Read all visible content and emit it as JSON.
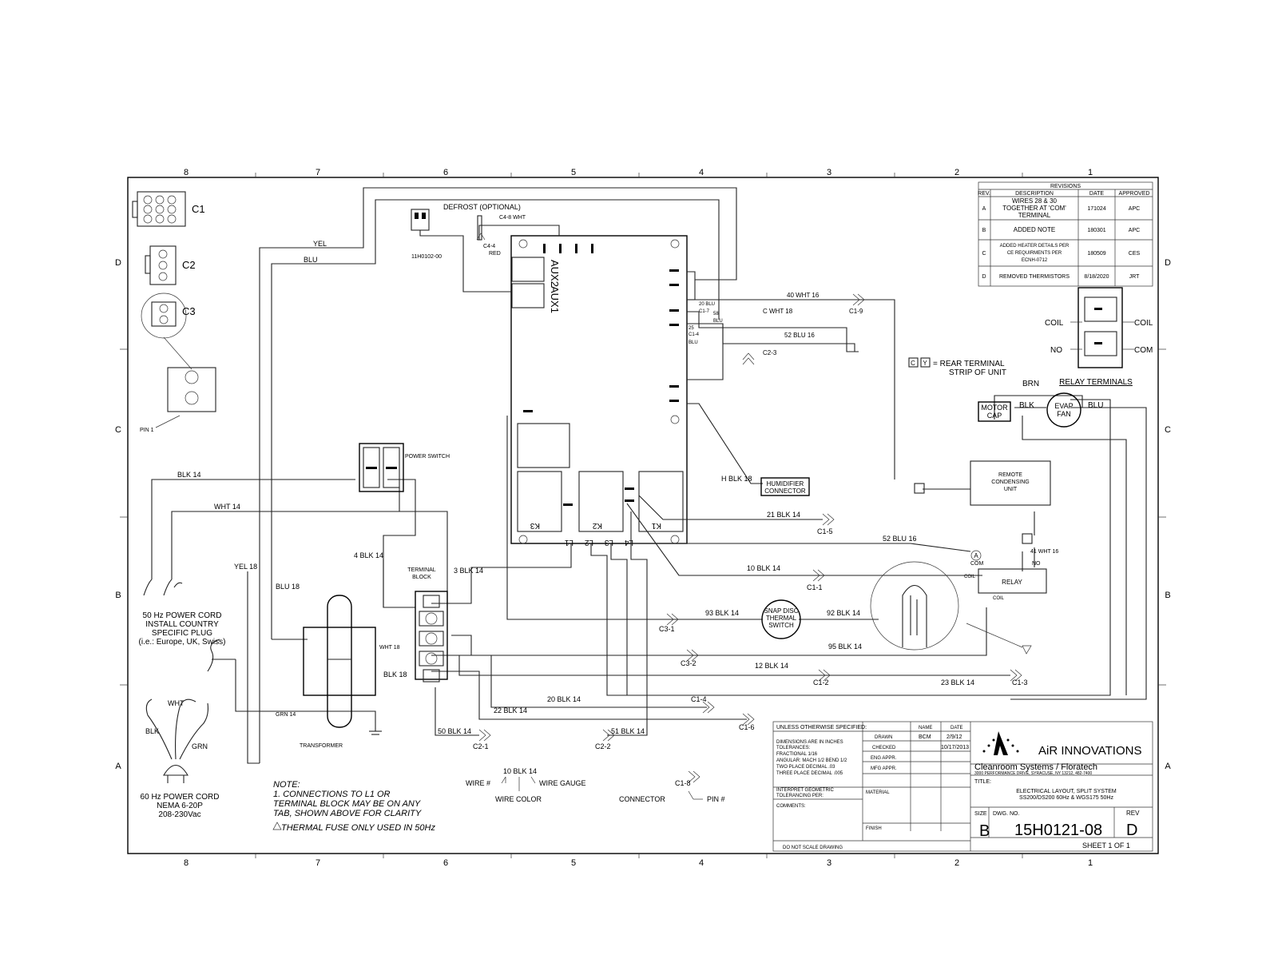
{
  "zones": {
    "columns": [
      "8",
      "7",
      "6",
      "5",
      "4",
      "3",
      "2",
      "1"
    ],
    "rows": [
      "D",
      "C",
      "B",
      "A"
    ]
  },
  "connectors": {
    "c1": "C1",
    "c2": "C2",
    "c3": "C3",
    "pin1": "PIN 1"
  },
  "components": {
    "defrost": "DEFROST (OPTIONAL)",
    "defrost_part": "11H0102-00",
    "c4_8": "C4-8 WHT",
    "c4_4": "C4-4",
    "red": "RED",
    "aux2": "AUX2",
    "aux1": "AUX1",
    "k1": "K1",
    "k2": "K2",
    "k3": "K3",
    "l1": "L1",
    "l2": "L2",
    "l3": "L3",
    "l4": "L4",
    "power_switch": "POWER SWITCH",
    "terminal_block_1": "TERMINAL",
    "terminal_block_2": "BLOCK",
    "transformer": "TRANSFORMER",
    "humidifier_1": "HUMIDIFIER",
    "humidifier_2": "CONNECTOR",
    "snap_disc_1": "SNAP DISC",
    "snap_disc_2": "THERMAL",
    "snap_disc_3": "SWITCH",
    "remote_1": "REMOTE",
    "remote_2": "CONDENSING",
    "remote_3": "UNIT",
    "relay": "RELAY",
    "com": "COM",
    "no": "NO",
    "coil": "COIL",
    "motor_cap_1": "MOTOR",
    "motor_cap_2": "CAP",
    "evap_fan_1": "EVAP",
    "evap_fan_2": "FAN",
    "relay_terminals": "RELAY TERMINALS",
    "rear_terminal_1": "= REAR TERMINAL",
    "rear_terminal_2": "STRIP OF UNIT",
    "tag_c": "C",
    "tag_y": "Y",
    "tag_a": "A",
    "relay_coil_left": "COIL",
    "relay_coil_right": "COIL",
    "relay_no": "NO",
    "relay_com": "COM"
  },
  "wires": {
    "yel": "YEL",
    "blu": "BLU",
    "blk14_a": "BLK 14",
    "wht14_a": "WHT 14",
    "yel18": "YEL 18",
    "blu18": "BLU 18",
    "w4blk14": "4 BLK 14",
    "w3blk14": "3 BLK 14",
    "wht18": "WHT 18",
    "blk18": "BLK 18",
    "grn14": "GRN 14",
    "w40wht16": "40 WHT 16",
    "c1_9": "C1-9",
    "cwht18": "C WHT 18",
    "w52blu16_a": "52 BLU 16",
    "c2_3": "C2-3",
    "w20blu": "20 BLU",
    "c1_7": "C1-7",
    "w58": "58",
    "blu_a": "BLU",
    "w25": "25",
    "c1_4": "C1-4",
    "blu_b": "BLU",
    "hblk18": "H BLK 18",
    "w21blk14": "21 BLK 14",
    "c1_5": "C1-5",
    "w52blu16_b": "52 BLU 16",
    "w10blk14": "10 BLK 14",
    "c1_1": "C1-1",
    "w41wht16": "41 WHT 16",
    "w93blk14": "93 BLK 14",
    "c3_1": "C3-1",
    "w92blk14": "92 BLK 14",
    "w95blk14": "95 BLK 14",
    "c3_2": "C3-2",
    "w12blk14": "12 BLK 14",
    "c1_2": "C1-2",
    "w23blk14": "23 BLK 14",
    "c1_3": "C1-3",
    "w20blk14": "20 BLK 14",
    "c1_4b": "C1-4",
    "w22blk14": "22 BLK 14",
    "c1_6": "C1-6",
    "w50blk14": "50 BLK 14",
    "c2_1": "C2-1",
    "w51blk14": "51 BLK 14",
    "c2_2": "C2-2",
    "brn": "BRN",
    "blk": "BLK",
    "blu_c": "BLU",
    "wht_cord": "WHT",
    "blk_cord": "BLK",
    "grn_cord": "GRN"
  },
  "cords": {
    "hz50": [
      "50 Hz POWER CORD",
      "INSTALL COUNTRY",
      "SPECIFIC PLUG",
      "(i.e.: Europe, UK, Swiss)"
    ],
    "hz60": [
      "60 Hz POWER CORD",
      "NEMA 6-20P",
      "208-230Vac"
    ]
  },
  "notes": {
    "note_title": "NOTE:",
    "lines": [
      "1. CONNECTIONS TO L1 OR",
      "TERMINAL BLOCK MAY BE ON ANY",
      "TAB, SHOWN ABOVE FOR CLARITY"
    ],
    "thermal_fuse": "THERMAL FUSE ONLY USED IN 50Hz"
  },
  "legend": {
    "wire_example": "10 BLK 14",
    "wire_num": "WIRE #",
    "wire_gauge": "WIRE GAUGE",
    "wire_color": "WIRE COLOR",
    "connector": "CONNECTOR",
    "connector_example": "C1-8",
    "pin_num": "PIN #"
  },
  "revisions": {
    "title": "REVISIONS",
    "headers": [
      "REV.",
      "DESCRIPTION",
      "DATE",
      "APPROVED"
    ],
    "rows": [
      {
        "rev": "A",
        "desc": [
          "WIRES 28 & 30",
          "TOGETHER AT 'COM'",
          "TERMINAL"
        ],
        "date": "171024",
        "approved": "APC"
      },
      {
        "rev": "B",
        "desc": [
          "ADDED NOTE"
        ],
        "date": "180301",
        "approved": "APC"
      },
      {
        "rev": "C",
        "desc": [
          "ADDED HEATER DETAILS PER",
          "CE REQUIRMENTS PER",
          "ECNH-0712"
        ],
        "date": "180509",
        "approved": "CES"
      },
      {
        "rev": "D",
        "desc": [
          "REMOVED THERMISTORS"
        ],
        "date": "8/18/2020",
        "approved": "JRT"
      }
    ]
  },
  "title_block": {
    "unless": "UNLESS OTHERWISE SPECIFIED:",
    "tol": [
      "DIMENSIONS ARE IN INCHES",
      "TOLERANCES:",
      "FRACTIONAL  1/16",
      "ANGULAR: MACH  1/2  BEND  1/2",
      "TWO PLACE DECIMAL  .03",
      "THREE PLACE DECIMAL  .005"
    ],
    "interpret": [
      "INTERPRET GEOMETRIC",
      "TOLERANCING PER:"
    ],
    "comments": "COMMENTS:",
    "do_not_scale": "DO NOT SCALE DRAWING",
    "name_h": "NAME",
    "date_h": "DATE",
    "drawn": "DRAWN",
    "drawn_name": "BCM",
    "drawn_date": "2/9/12",
    "checked": "CHECKED",
    "checked_date": "10/17/2013",
    "eng": "ENG APPR.",
    "mfg": "MFG APPR.",
    "material": "MATERIAL",
    "finish": "FINISH",
    "company": "AiR INNOVATIONS",
    "sub": "Cleanroom Systems  /  Floratech",
    "address": "3000 PERFORMANCE DRIVE, SYRACUSE, NY 13212, 482-7400",
    "title_label": "TITLE:",
    "title_lines": [
      "ELECTRICAL LAYOUT, SPLIT SYSTEM",
      "SS200/DS200 60Hz & WGS175 50Hz"
    ],
    "size_label": "SIZE",
    "size": "B",
    "dwg_label": "DWG. NO.",
    "dwg": "15H0121-08",
    "rev_label": "REV",
    "rev": "D",
    "sheet": "SHEET 1 OF 1"
  }
}
